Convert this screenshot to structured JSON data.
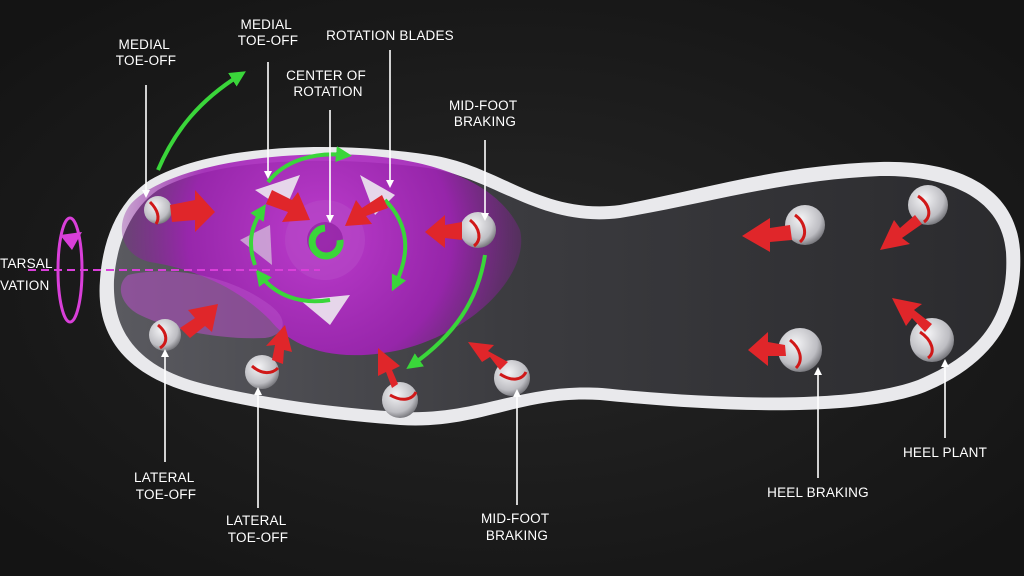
{
  "labels": {
    "medial_toe_off_left": [
      "MEDIAL",
      "TOE-OFF"
    ],
    "medial_toe_off_center": [
      "MEDIAL",
      "TOE-OFF"
    ],
    "rotation_blades": [
      "ROTATION BLADES"
    ],
    "center_of_rotation": [
      "CENTER OF",
      "ROTATION"
    ],
    "mid_foot_braking_top": [
      "MID-FOOT",
      "BRAKING"
    ],
    "metatarsal_rotation": [
      "TARSAL",
      "VATION"
    ],
    "lateral_toe_off_left": [
      "LATERAL",
      "TOE-OFF"
    ],
    "lateral_toe_off_center": [
      "LATERAL",
      "TOE-OFF"
    ],
    "mid_foot_braking_bottom": [
      "MID-FOOT",
      "BRAKING"
    ],
    "heel_braking": [
      "HEEL BRAKING"
    ],
    "heel_plant": [
      "HEEL PLANT"
    ]
  },
  "colors": {
    "background": "#161616",
    "rotation_zone": "#a826b8",
    "sole_outline": "#e9e9ec",
    "sole_body": "#3a3a3d",
    "force_arrow": "#e0262a",
    "rotation_arrow": "#3ad63a",
    "label_text": "#ffffff",
    "stud_stripe": "#d01818",
    "axis_line": "#d93fd9"
  }
}
